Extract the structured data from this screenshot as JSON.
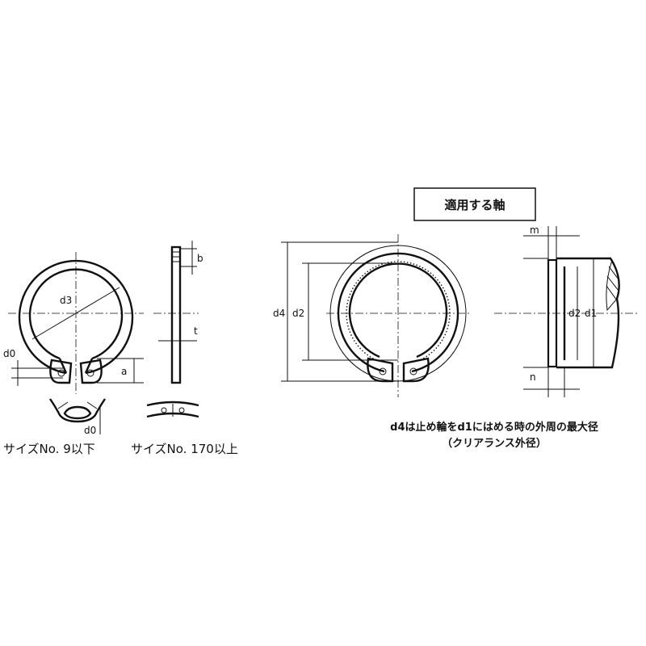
{
  "box_title": "適用する軸",
  "labels": {
    "d3": "d3",
    "d0_left": "d0",
    "a": "a",
    "b": "b",
    "t": "t",
    "d0_detail": "d0",
    "d4": "d4",
    "d2_ring": "d2",
    "d2_shaft": "d2",
    "d1": "d1",
    "m": "m",
    "n": "n"
  },
  "captions": {
    "size_small": "サイズNo. 9以下",
    "size_large": "サイズNo. 170以上"
  },
  "note": {
    "line1": "d4は止め輪をd1にはめる時の外周の最大径",
    "line2": "（クリアランス外径）"
  }
}
